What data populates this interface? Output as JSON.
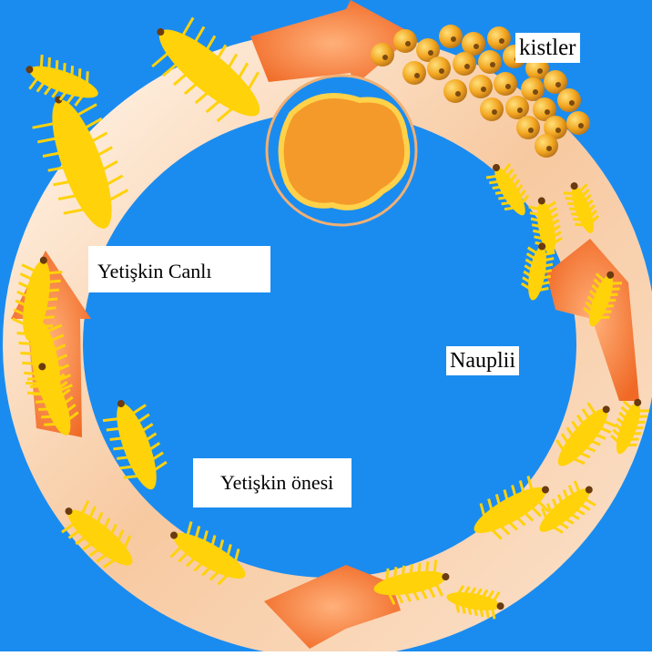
{
  "diagram": {
    "labels": {
      "cysts": "kistler",
      "adult": "Yetişkin Canlı",
      "nauplii": "Nauplii",
      "pre_adult": "Yetişkin önesi"
    },
    "colors": {
      "background": "#1b8ef0",
      "ring_light": "#fce9d6",
      "ring_mid": "#f6b98a",
      "arrow": "#f47a3a",
      "creature": "#ffd20a",
      "cyst": "#f0a020"
    }
  }
}
